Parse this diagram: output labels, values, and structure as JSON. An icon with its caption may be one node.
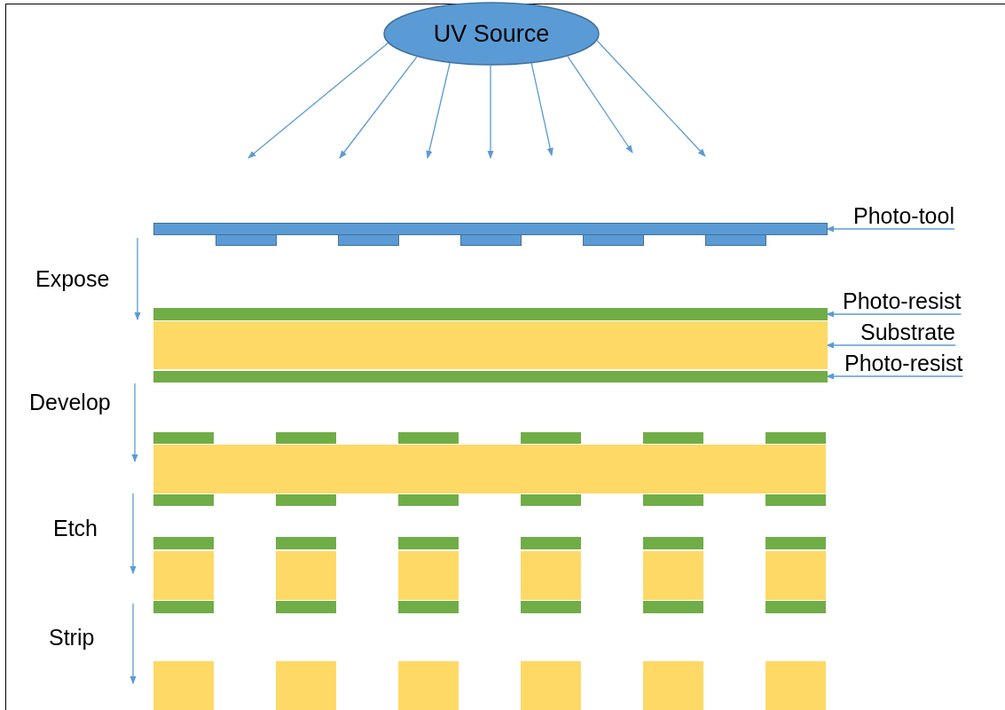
{
  "diagram": {
    "nodes": [
      {
        "text": [
          "UV Source"
        ]
      },
      {
        "text": [
          "Photo-tool"
        ]
      },
      {
        "text": [],
        "shape": "bar"
      },
      {
        "text": [
          "Photo-resist"
        ]
      },
      {
        "text": [],
        "shape": "bar"
      },
      {
        "text": [
          "Substrate"
        ]
      },
      {
        "text": [],
        "shape": "bar"
      },
      {
        "text": [
          "Photo-resist"
        ]
      },
      {
        "text": [],
        "shape": "bar"
      }
    ],
    "edges": [
      {
        "from": 0,
        "to": null,
        "arrow": "to"
      },
      {
        "from": 0,
        "to": null,
        "arrow": "to"
      },
      {
        "from": 0,
        "to": null,
        "arrow": "to"
      },
      {
        "from": 0,
        "to": null,
        "arrow": "to"
      },
      {
        "from": 0,
        "to": null,
        "arrow": "to"
      },
      {
        "from": 0,
        "to": null,
        "arrow": "to"
      },
      {
        "from": 0,
        "to": null,
        "arrow": "to"
      },
      {
        "from": 1,
        "to": 2,
        "arrow": "to"
      },
      {
        "from": 3,
        "to": 4,
        "arrow": "to"
      },
      {
        "from": 5,
        "to": 6,
        "arrow": "to"
      },
      {
        "from": 7,
        "to": 8,
        "arrow": "to"
      }
    ],
    "labels": [
      "Expose",
      "Develop",
      "Etch",
      "Strip"
    ]
  }
}
